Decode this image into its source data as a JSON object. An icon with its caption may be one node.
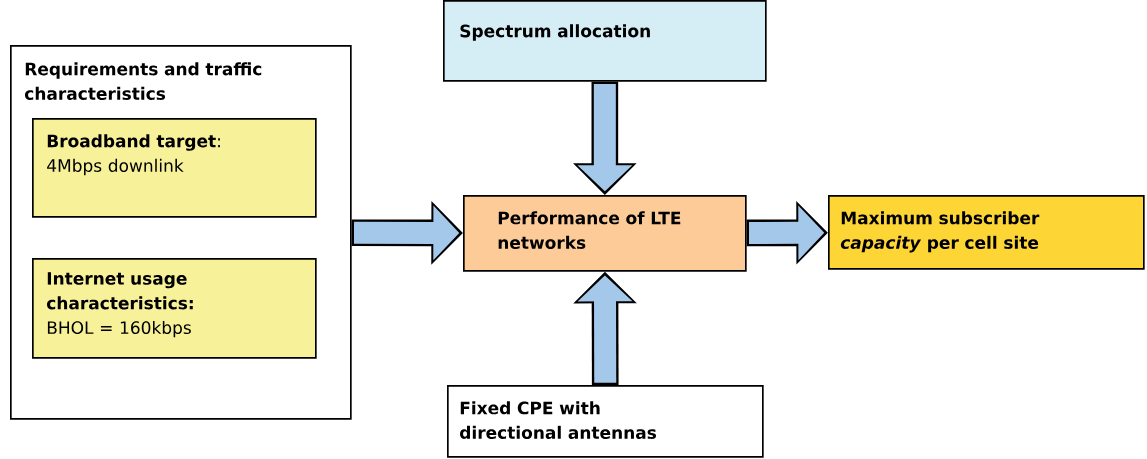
{
  "diagram": {
    "nodes": [
      {
        "text": [
          "Requirements and traffic characteristics"
        ]
      },
      {
        "text": [
          "**Broadband target**:",
          "4Mbps downlink"
        ],
        "in": 0
      },
      {
        "text": [
          "Internet usage characteristics:",
          "BHOL = 160kbps"
        ],
        "in": 0
      },
      {
        "text": [
          "Spectrum allocation"
        ]
      },
      {
        "text": [
          "Performance of LTE networks"
        ]
      },
      {
        "text": [
          "Maximum subscriber *capacity* per cell site"
        ]
      },
      {
        "text": [
          "Fixed CPE  with directional antennas"
        ]
      }
    ],
    "edges": [
      {
        "from": 0,
        "to": 4,
        "arrow": "to"
      },
      {
        "from": 3,
        "to": 4,
        "arrow": "to"
      },
      {
        "from": 6,
        "to": 4,
        "arrow": "to"
      },
      {
        "from": 4,
        "to": 5,
        "arrow": "to"
      }
    ]
  }
}
